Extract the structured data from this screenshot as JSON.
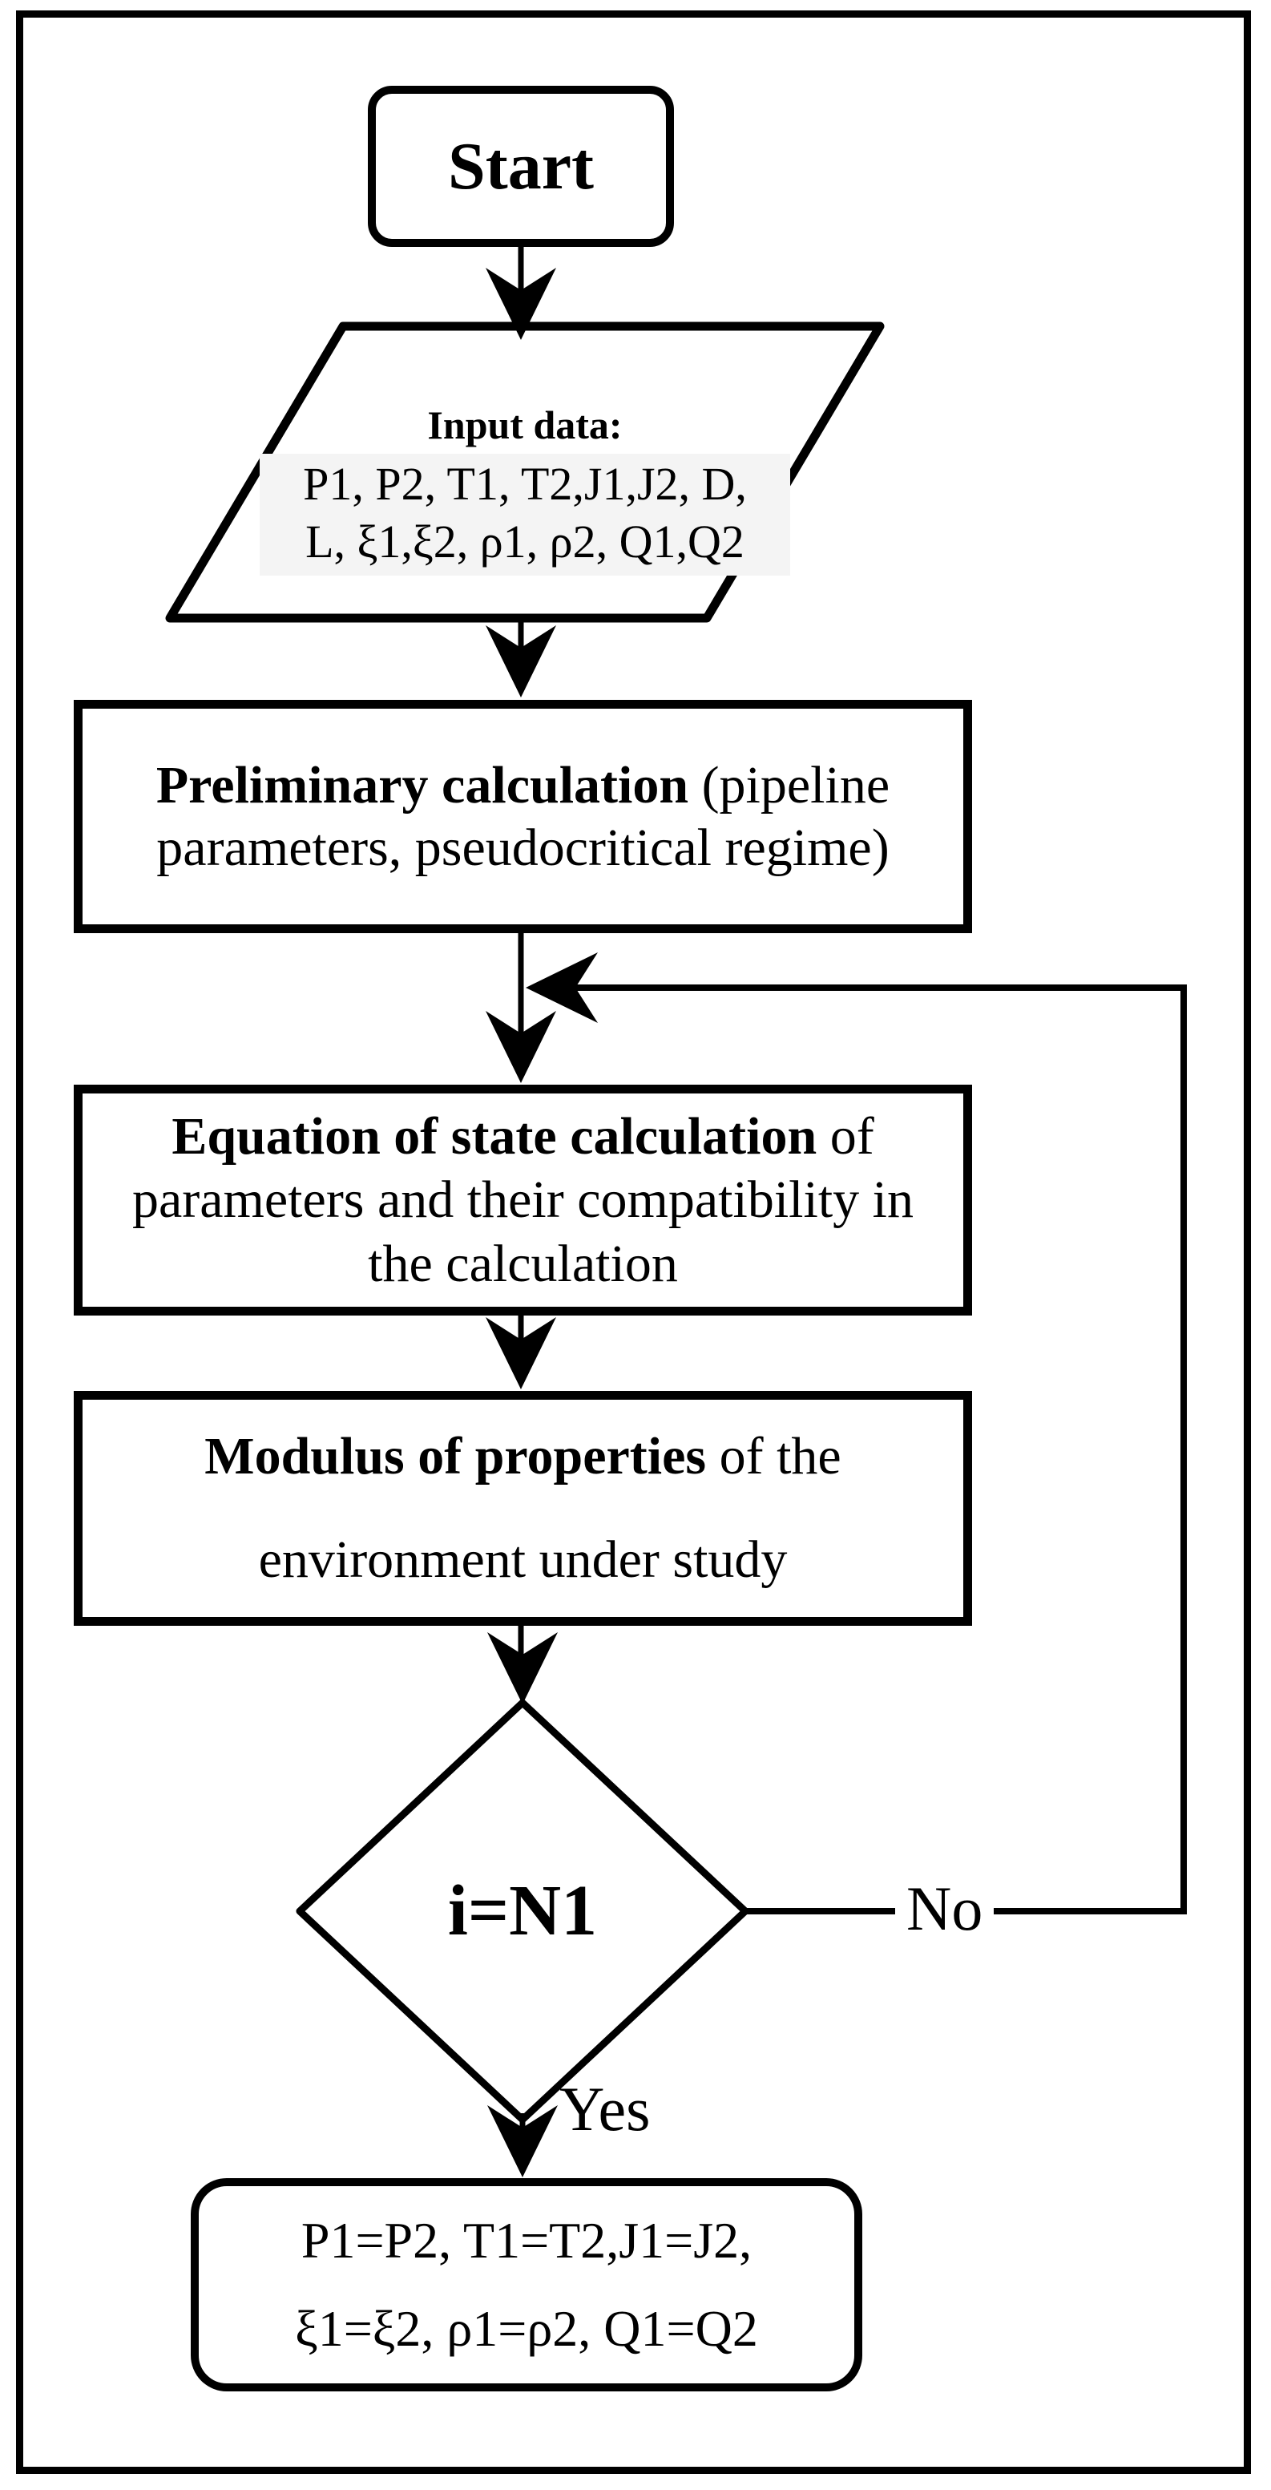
{
  "colors": {
    "ink": "#000000",
    "paper": "#ffffff",
    "highlight": "#f4f4f4"
  },
  "flowchart": {
    "start": {
      "label": "Start"
    },
    "input": {
      "heading": "Input data:",
      "line1": "P1, P2, T1, T2,J1,J2, D,",
      "line2": "L, ξ1,ξ2, ρ1, ρ2, Q1,Q2"
    },
    "preliminary": {
      "bold": "Preliminary calculation",
      "rest1": " (pipeline",
      "line2": "parameters, pseudocritical regime)"
    },
    "equation": {
      "bold": "Equation of state calculation",
      "rest1": " of",
      "line2": "parameters and their compatibility in",
      "line3": "the calculation"
    },
    "modulus": {
      "bold": "Modulus of properties",
      "rest1": " of the",
      "line2": "environment under study"
    },
    "decision": {
      "label": "i=N1",
      "yes": "Yes",
      "no": "No"
    },
    "result": {
      "line1": "P1=P2, T1=T2,J1=J2,",
      "line2": "ξ1=ξ2, ρ1=ρ2, Q1=Q2"
    }
  }
}
